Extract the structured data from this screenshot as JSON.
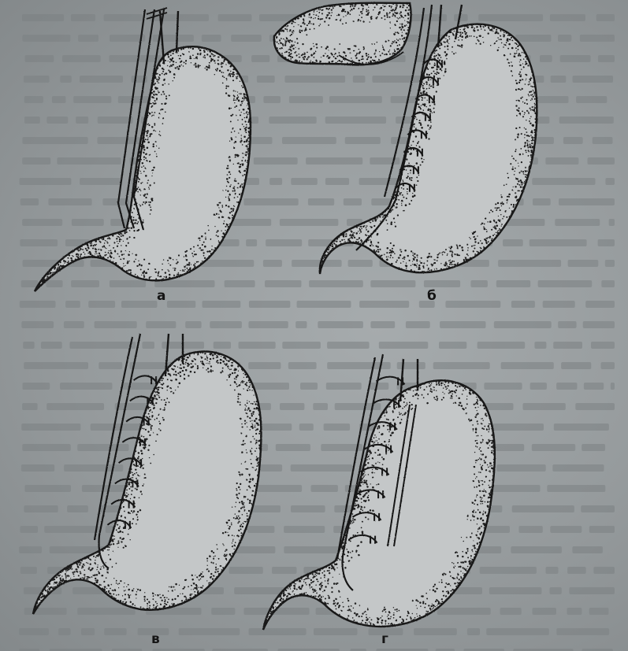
{
  "figure": {
    "panels": [
      {
        "id": "a",
        "label": "а"
      },
      {
        "id": "b",
        "label": "б"
      },
      {
        "id": "v",
        "label": "в"
      },
      {
        "id": "g",
        "label": "г"
      }
    ]
  },
  "colors": {
    "paper": "#a0a5a7",
    "ink": "#151515",
    "stipple": "#1c1c1c",
    "organ_fill": "#c4c7c8"
  }
}
